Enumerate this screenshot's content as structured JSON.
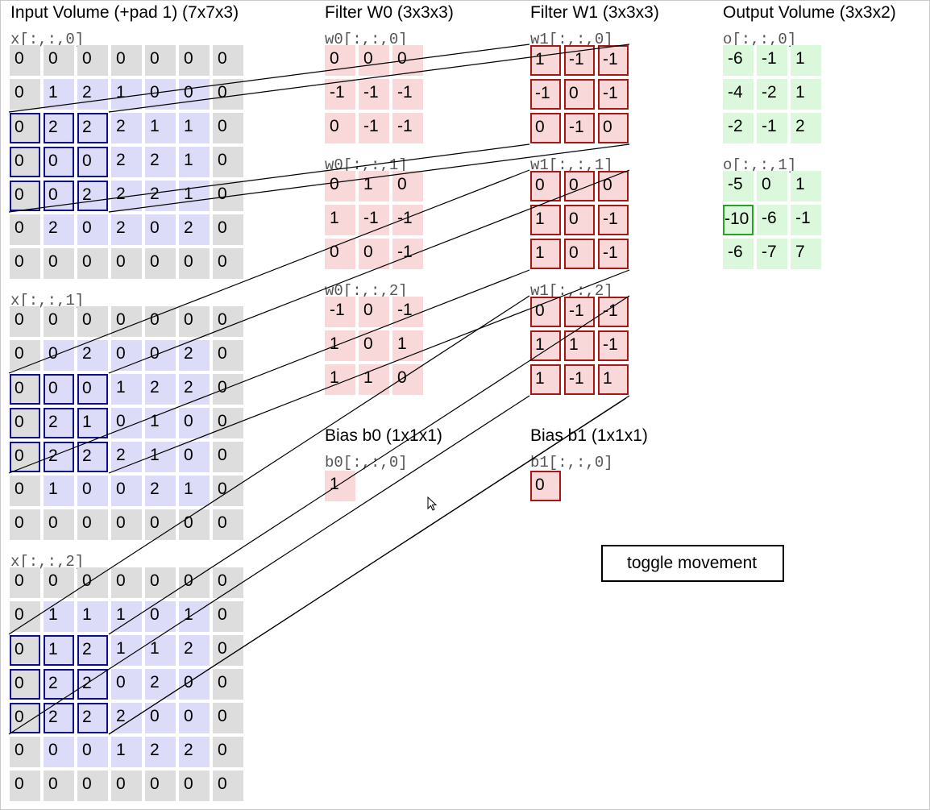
{
  "input": {
    "title": "Input Volume (+pad 1) (7x7x3)",
    "slices": [
      {
        "label": "x[:,:,0]",
        "rows": [
          [
            "0",
            "0",
            "0",
            "0",
            "0",
            "0",
            "0"
          ],
          [
            "0",
            "1",
            "2",
            "1",
            "0",
            "0",
            "0"
          ],
          [
            "0",
            "2",
            "2",
            "2",
            "1",
            "1",
            "0"
          ],
          [
            "0",
            "0",
            "0",
            "2",
            "2",
            "1",
            "0"
          ],
          [
            "0",
            "0",
            "2",
            "2",
            "2",
            "1",
            "0"
          ],
          [
            "0",
            "2",
            "0",
            "2",
            "0",
            "2",
            "0"
          ],
          [
            "0",
            "0",
            "0",
            "0",
            "0",
            "0",
            "0"
          ]
        ]
      },
      {
        "label": "x[:,:,1]",
        "rows": [
          [
            "0",
            "0",
            "0",
            "0",
            "0",
            "0",
            "0"
          ],
          [
            "0",
            "0",
            "2",
            "0",
            "0",
            "2",
            "0"
          ],
          [
            "0",
            "0",
            "0",
            "1",
            "2",
            "2",
            "0"
          ],
          [
            "0",
            "2",
            "1",
            "0",
            "1",
            "0",
            "0"
          ],
          [
            "0",
            "2",
            "2",
            "2",
            "1",
            "0",
            "0"
          ],
          [
            "0",
            "1",
            "0",
            "0",
            "2",
            "1",
            "0"
          ],
          [
            "0",
            "0",
            "0",
            "0",
            "0",
            "0",
            "0"
          ]
        ]
      },
      {
        "label": "x[:,:,2]",
        "rows": [
          [
            "0",
            "0",
            "0",
            "0",
            "0",
            "0",
            "0"
          ],
          [
            "0",
            "1",
            "1",
            "1",
            "0",
            "1",
            "0"
          ],
          [
            "0",
            "1",
            "2",
            "1",
            "1",
            "2",
            "0"
          ],
          [
            "0",
            "2",
            "2",
            "0",
            "2",
            "0",
            "0"
          ],
          [
            "0",
            "2",
            "2",
            "2",
            "0",
            "0",
            "0"
          ],
          [
            "0",
            "0",
            "0",
            "1",
            "2",
            "2",
            "0"
          ],
          [
            "0",
            "0",
            "0",
            "0",
            "0",
            "0",
            "0"
          ]
        ]
      }
    ]
  },
  "filter_w0": {
    "title": "Filter W0 (3x3x3)",
    "slices": [
      {
        "label": "w0[:,:,0]",
        "rows": [
          [
            "0",
            "0",
            "0"
          ],
          [
            "-1",
            "-1",
            "-1"
          ],
          [
            "0",
            "-1",
            "-1"
          ]
        ]
      },
      {
        "label": "w0[:,:,1]",
        "rows": [
          [
            "0",
            "1",
            "0"
          ],
          [
            "1",
            "-1",
            "-1"
          ],
          [
            "0",
            "0",
            "-1"
          ]
        ]
      },
      {
        "label": "w0[:,:,2]",
        "rows": [
          [
            "-1",
            "0",
            "-1"
          ],
          [
            "1",
            "0",
            "1"
          ],
          [
            "1",
            "1",
            "0"
          ]
        ]
      }
    ]
  },
  "filter_w1": {
    "title": "Filter W1 (3x3x3)",
    "slices": [
      {
        "label": "w1[:,:,0]",
        "rows": [
          [
            "1",
            "-1",
            "-1"
          ],
          [
            "-1",
            "0",
            "-1"
          ],
          [
            "0",
            "-1",
            "0"
          ]
        ]
      },
      {
        "label": "w1[:,:,1]",
        "rows": [
          [
            "0",
            "0",
            "0"
          ],
          [
            "1",
            "0",
            "-1"
          ],
          [
            "1",
            "0",
            "-1"
          ]
        ]
      },
      {
        "label": "w1[:,:,2]",
        "rows": [
          [
            "0",
            "-1",
            "-1"
          ],
          [
            "1",
            "1",
            "-1"
          ],
          [
            "1",
            "-1",
            "1"
          ]
        ]
      }
    ]
  },
  "bias_b0": {
    "title": "Bias b0 (1x1x1)",
    "label": "b0[:,:,0]",
    "value": "1"
  },
  "bias_b1": {
    "title": "Bias b1 (1x1x1)",
    "label": "b1[:,:,0]",
    "value": "0"
  },
  "output": {
    "title": "Output Volume (3x3x2)",
    "slices": [
      {
        "label": "o[:,:,0]",
        "rows": [
          [
            "-6",
            "-1",
            "1"
          ],
          [
            "-4",
            "-2",
            "1"
          ],
          [
            "-2",
            "-1",
            "2"
          ]
        ]
      },
      {
        "label": "o[:,:,1]",
        "rows": [
          [
            "-5",
            "0",
            "1"
          ],
          [
            "-10",
            "-6",
            "-1"
          ],
          [
            "-6",
            "-7",
            "7"
          ]
        ]
      }
    ]
  },
  "highlight": {
    "active_filter": 1,
    "input_window_rows": [
      2,
      3,
      4
    ],
    "input_window_cols": [
      0,
      1,
      2
    ],
    "output_slice": 1,
    "output_row": 1,
    "output_col": 0
  },
  "controls": {
    "toggle_label": "toggle movement"
  },
  "colors": {
    "padding_cell": "#dddddd",
    "input_cell": "#dcdcf8",
    "weight_cell": "#f8d8d8",
    "output_cell": "#dcf8dc",
    "input_highlight": "#0d0d8a",
    "filter_highlight": "#a81616",
    "output_highlight": "#22a622"
  },
  "cursor_icon": "pointer-cursor-icon"
}
